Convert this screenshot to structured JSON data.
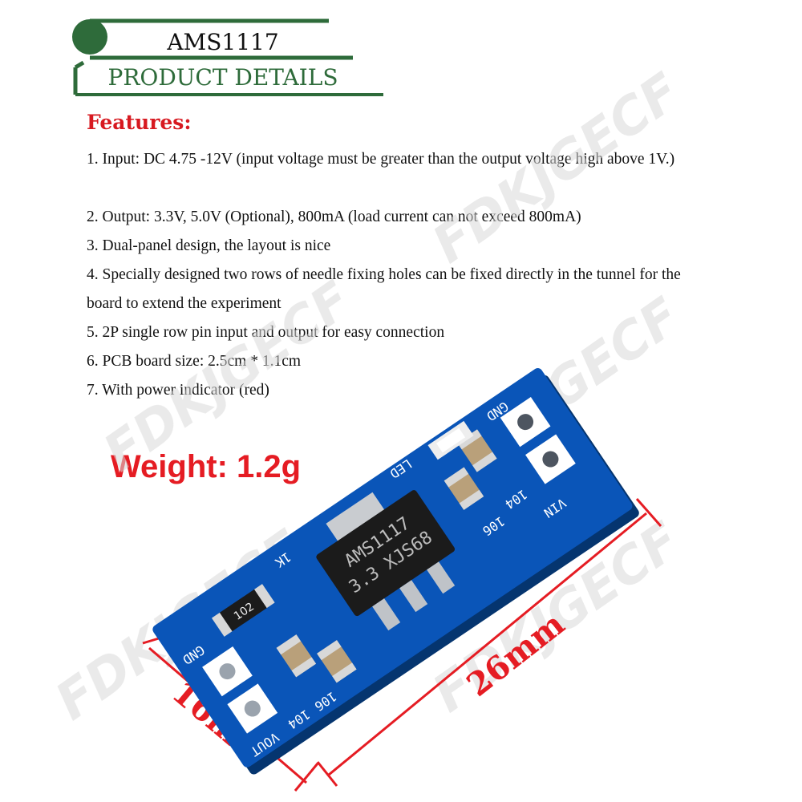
{
  "header": {
    "model": "AMS1117",
    "subtitle": "PRODUCT DETAILS",
    "accent_color": "#2e6b3a"
  },
  "features": {
    "title": "Features:",
    "items": [
      "1. Input: DC 4.75 -12V (input voltage must be greater than the output voltage high above 1V.)",
      "2. Output: 3.3V, 5.0V (Optional), 800mA (load current can not exceed 800mA)",
      "3. Dual-panel design, the layout is nice",
      "4. Specially designed two rows of needle fixing holes can be fixed directly in the tunnel for the board to extend the experiment",
      "5. 2P single row pin input and output for easy connection",
      "6. PCB board size: 2.5cm * 1.1cm",
      "7. With power indicator (red)"
    ]
  },
  "weight": "Weight: 1.2g",
  "dimensions": {
    "width_label": "16mm",
    "length_label": "26mm",
    "color": "#e51c23"
  },
  "board": {
    "chip_line1": "AMS1117",
    "chip_line2": "3.3 XJS68",
    "resistor_code": "102",
    "silk_gnd_top": "GND",
    "silk_vin": "VIN",
    "silk_gnd_bottom": "GND",
    "silk_vout": "VOUT",
    "silk_1k": "1K",
    "silk_led": "LED",
    "silk_106a": "106",
    "silk_104a": "104",
    "silk_106b": "106",
    "silk_104b": "104",
    "pcb_color": "#0a55b8"
  },
  "watermark": "FDKJGECF"
}
